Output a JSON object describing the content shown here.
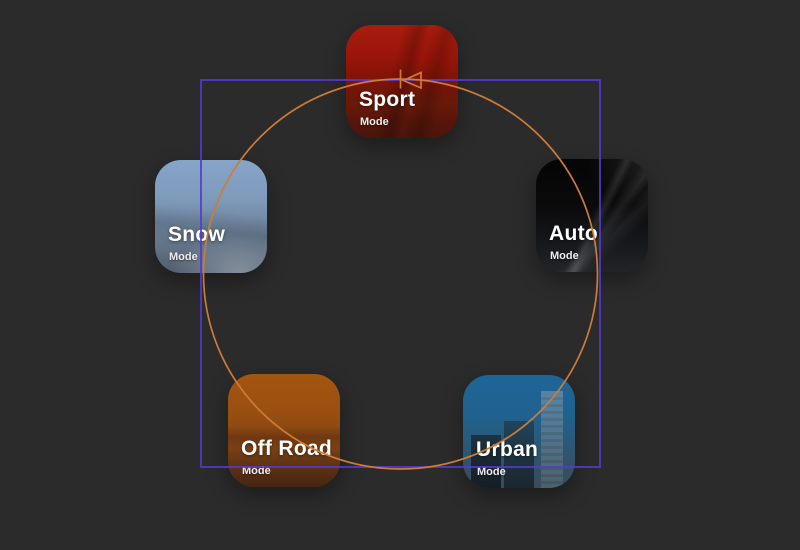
{
  "background_color": "#2b2b2b",
  "mode_selector": {
    "frame_color": "#5639ce",
    "ring_color": "#cd7c37",
    "direction_indicator": "counterclockwise-arrow",
    "modes": [
      {
        "name": "Sport",
        "sublabel": "Mode",
        "position": "top",
        "theme_colors": {
          "top": "#a81d0e",
          "bottom": "#4c150c"
        }
      },
      {
        "name": "Snow",
        "sublabel": "Mode",
        "position": "left",
        "theme_colors": {
          "top": "#87a5c9",
          "bottom": "#505d6c"
        }
      },
      {
        "name": "Auto",
        "sublabel": "Mode",
        "position": "right",
        "theme_colors": {
          "top": "#050505",
          "bottom": "#222428"
        }
      },
      {
        "name": "Off Road",
        "sublabel": "Mode",
        "position": "bottom-left",
        "theme_colors": {
          "top": "#a3560f",
          "bottom": "#573118"
        }
      },
      {
        "name": "Urban",
        "sublabel": "Mode",
        "position": "bottom-right",
        "theme_colors": {
          "top": "#1e6598",
          "bottom": "#394c59"
        }
      }
    ]
  }
}
